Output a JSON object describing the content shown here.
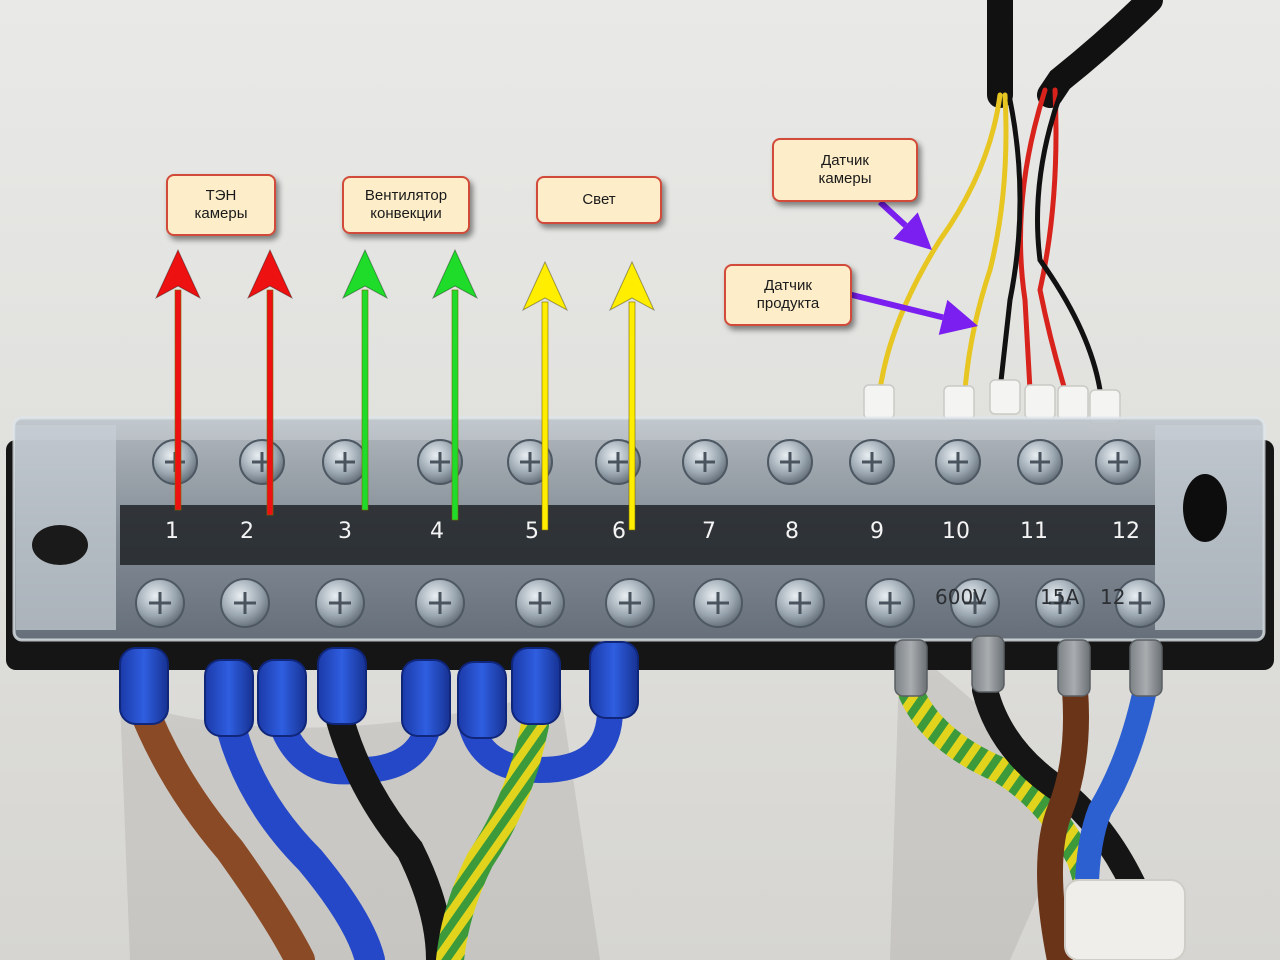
{
  "photo": {
    "subject": "terminal block wiring",
    "terminal_numbers": [
      "1",
      "2",
      "3",
      "4",
      "5",
      "6",
      "7",
      "8",
      "9",
      "10",
      "11",
      "12"
    ],
    "rating_stamp": [
      "600V",
      "15A",
      "12"
    ],
    "colors": {
      "callout_fill": "#fdeec9",
      "callout_border": "#d24b3a",
      "arrow_red": "#ee1111",
      "arrow_green": "#1fdc2a",
      "arrow_yellow": "#ffee00",
      "arrow_purple": "#7a1ff0"
    }
  },
  "callouts": {
    "heater": [
      "ТЭН",
      "камеры"
    ],
    "fan": [
      "Вентилятор",
      "конвекции"
    ],
    "light": [
      "Свет"
    ],
    "chamber_sensor": [
      "Датчик",
      "камеры"
    ],
    "product_sensor": [
      "Датчик",
      "продукта"
    ]
  }
}
